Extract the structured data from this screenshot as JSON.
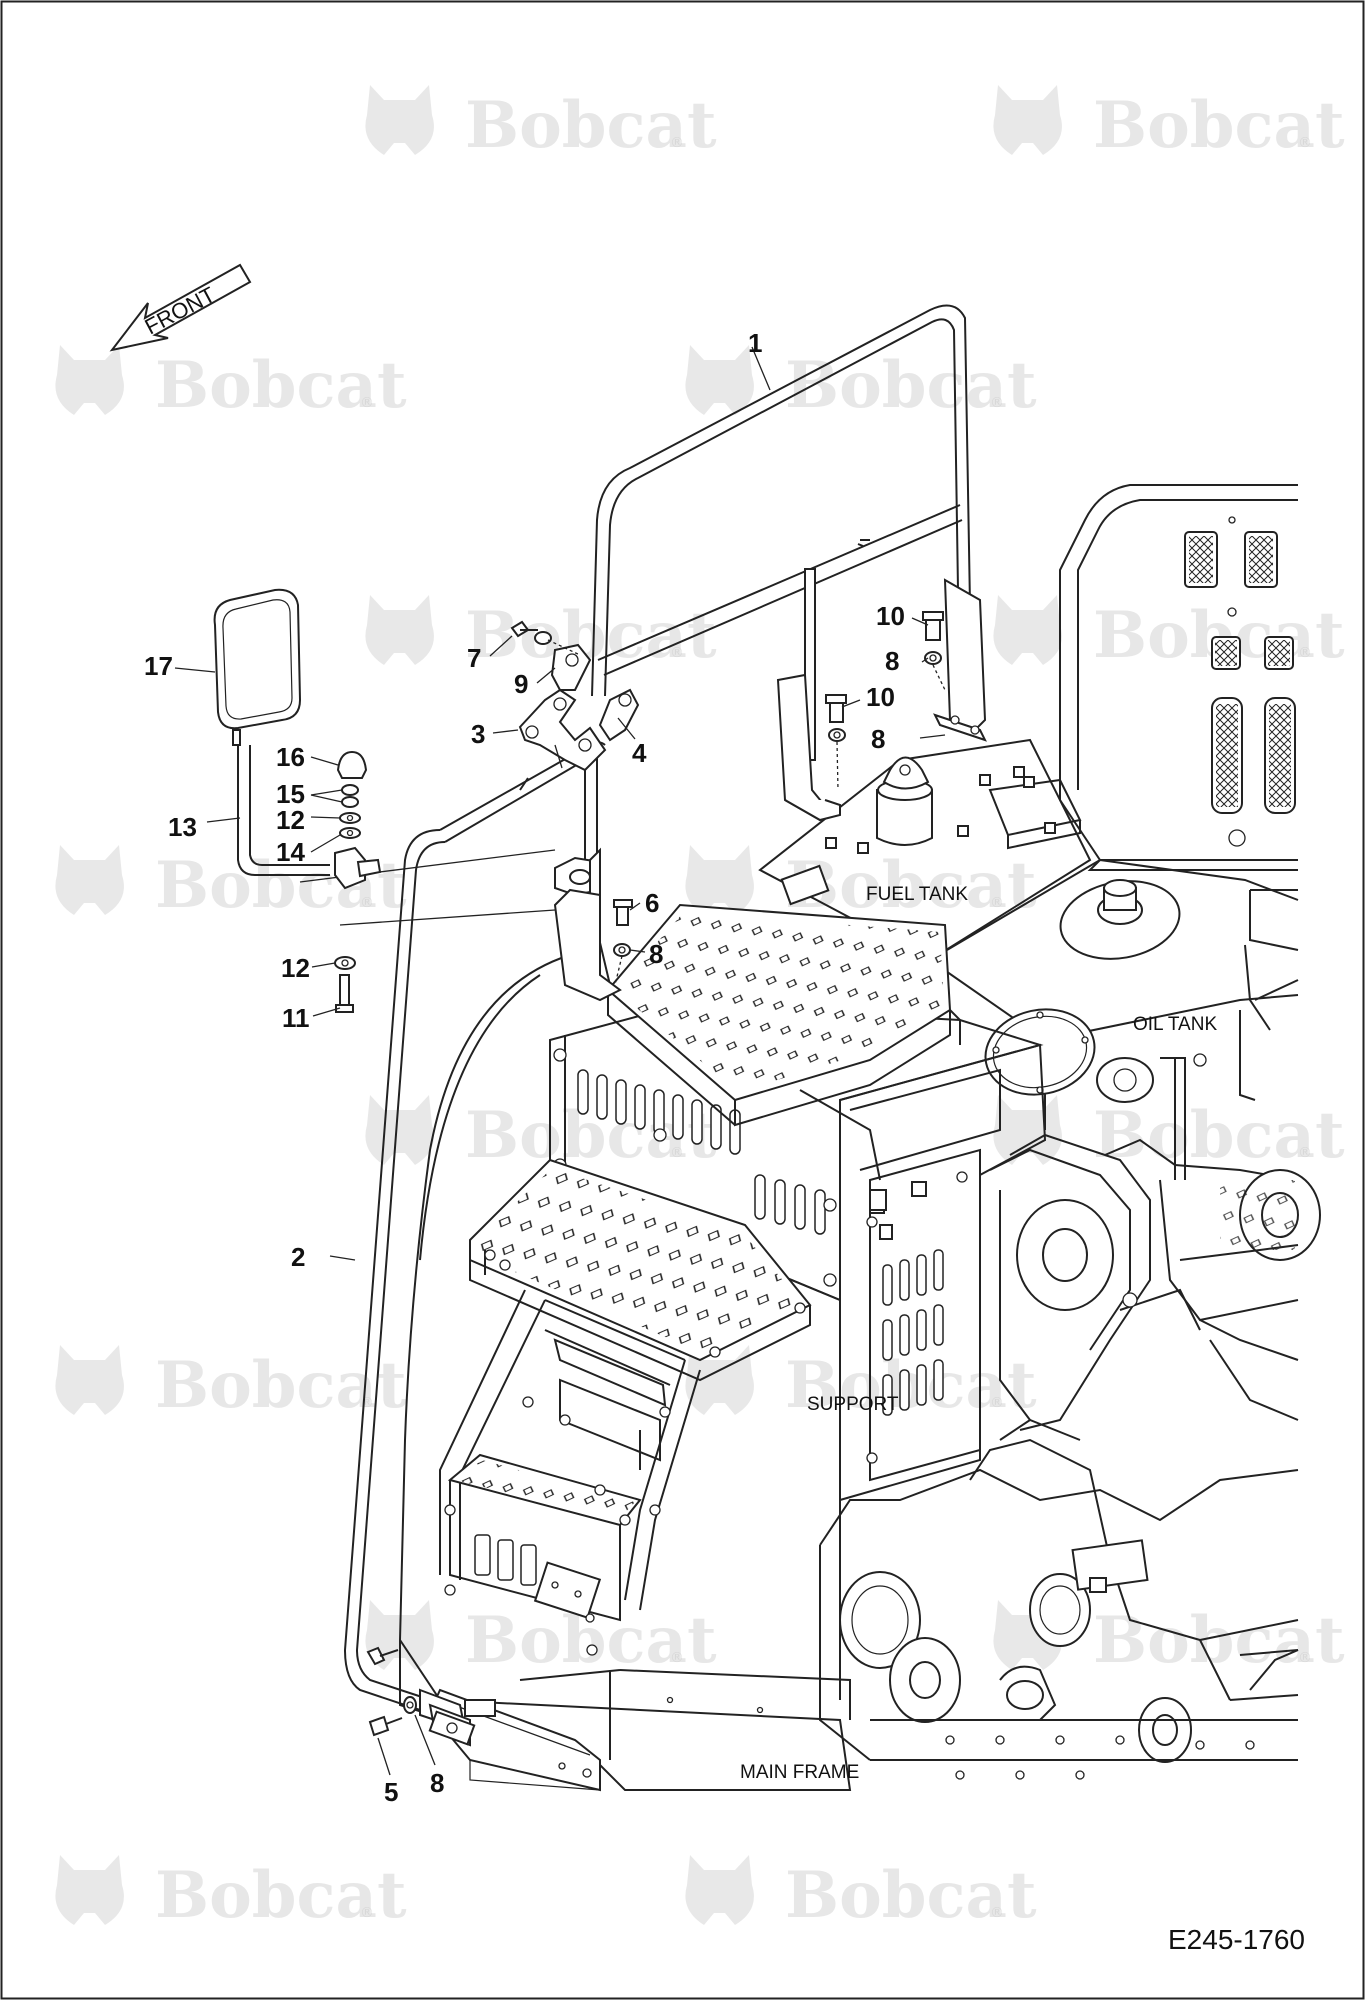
{
  "drawing_code": "E245-1760",
  "front_arrow_label": "FRONT",
  "watermark": {
    "brand": "Bobcat",
    "reg_mark": "®"
  },
  "area_labels": {
    "fuel_tank": "FUEL TANK",
    "oil_tank": "OIL TANK",
    "support": "SUPPORT",
    "main_frame": "MAIN FRAME"
  },
  "callouts": [
    {
      "id": "c1",
      "text": "1"
    },
    {
      "id": "c2",
      "text": "2"
    },
    {
      "id": "c3",
      "text": "3"
    },
    {
      "id": "c4",
      "text": "4"
    },
    {
      "id": "c5",
      "text": "5"
    },
    {
      "id": "c6",
      "text": "6"
    },
    {
      "id": "c7",
      "text": "7"
    },
    {
      "id": "c8a",
      "text": "8"
    },
    {
      "id": "c8b",
      "text": "8"
    },
    {
      "id": "c8c",
      "text": "8"
    },
    {
      "id": "c8d",
      "text": "8"
    },
    {
      "id": "c9",
      "text": "9"
    },
    {
      "id": "c10a",
      "text": "10"
    },
    {
      "id": "c10b",
      "text": "10"
    },
    {
      "id": "c11",
      "text": "11"
    },
    {
      "id": "c12a",
      "text": "12"
    },
    {
      "id": "c12b",
      "text": "12"
    },
    {
      "id": "c13",
      "text": "13"
    },
    {
      "id": "c14",
      "text": "14"
    },
    {
      "id": "c15",
      "text": "15"
    },
    {
      "id": "c16",
      "text": "16"
    },
    {
      "id": "c17",
      "text": "17"
    }
  ]
}
